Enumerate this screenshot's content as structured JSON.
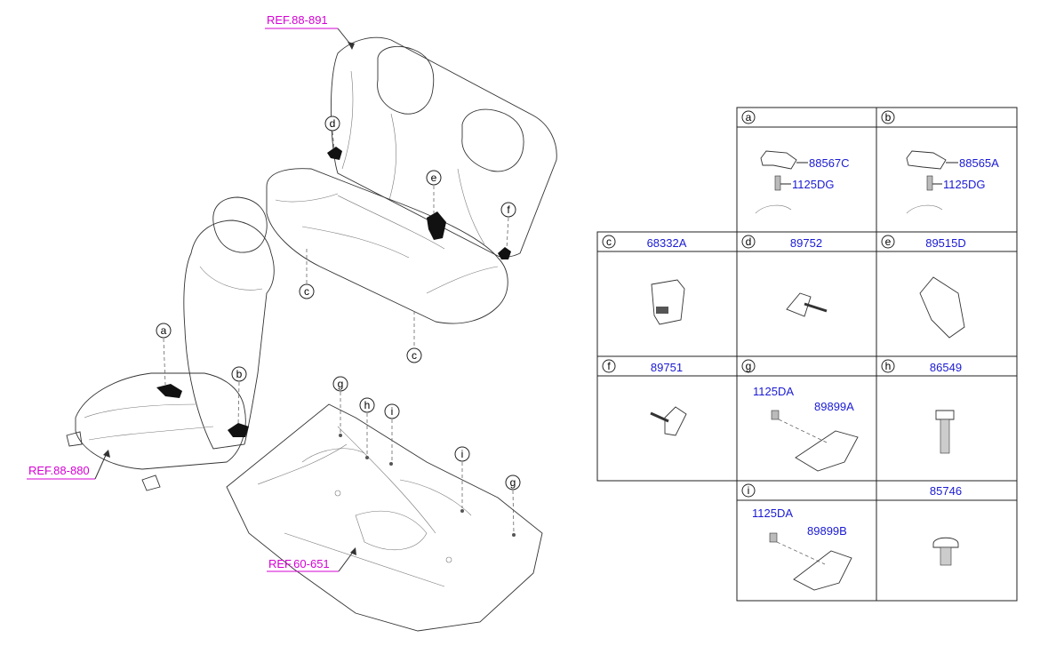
{
  "refs": {
    "rear_seat": "REF.88-891",
    "front_seat": "REF.88-880",
    "floor": "REF.60-651"
  },
  "callouts": {
    "a": "a",
    "b": "b",
    "c": "c",
    "d": "d",
    "e": "e",
    "f": "f",
    "g": "g",
    "h": "h",
    "i": "i"
  },
  "table": {
    "cells": [
      {
        "key": "a",
        "letter": "a",
        "part": "",
        "parts": [
          "88567C",
          "1125DG"
        ]
      },
      {
        "key": "b",
        "letter": "b",
        "part": "",
        "parts": [
          "88565A",
          "1125DG"
        ]
      },
      {
        "key": "c",
        "letter": "c",
        "part": "68332A",
        "parts": []
      },
      {
        "key": "d",
        "letter": "d",
        "part": "89752",
        "parts": []
      },
      {
        "key": "e",
        "letter": "e",
        "part": "89515D",
        "parts": []
      },
      {
        "key": "f",
        "letter": "f",
        "part": "89751",
        "parts": []
      },
      {
        "key": "g",
        "letter": "g",
        "part": "",
        "parts": [
          "1125DA",
          "89899A"
        ]
      },
      {
        "key": "h",
        "letter": "h",
        "part": "86549",
        "parts": []
      },
      {
        "key": "i",
        "letter": "i",
        "part": "",
        "parts": [
          "1125DA",
          "89899B"
        ]
      },
      {
        "key": "blank",
        "letter": "",
        "part": "85746",
        "parts": []
      }
    ]
  }
}
